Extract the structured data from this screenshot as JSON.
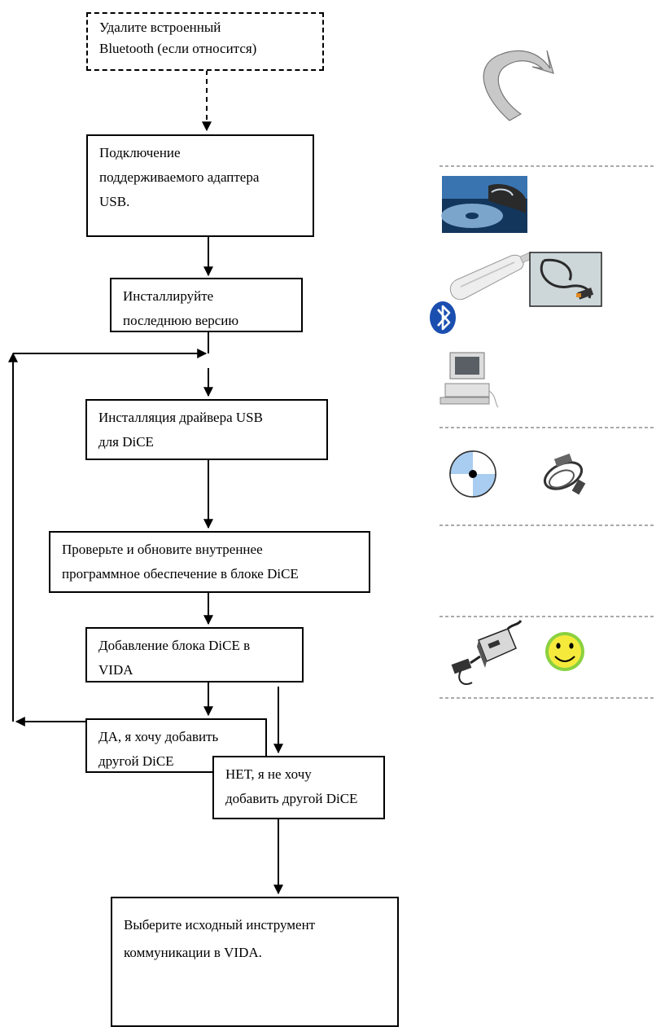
{
  "steps": {
    "remove_bluetooth": [
      "Удалите встроенный",
      "Bluetooth (если относится)"
    ],
    "connect_adapter": [
      "Подключение",
      "поддерживаемого адаптера",
      "USB."
    ],
    "install_latest": [
      "Инсталлируйте",
      "последнюю версию"
    ],
    "install_usb_driver": [
      "Инсталляция драйвера USB",
      "для DiCE"
    ],
    "update_firmware": [
      "Проверьте и обновите внутреннее",
      "программное обеспечение в блоке DiCE"
    ],
    "add_dice": [
      "Добавление блока DiCE в",
      "VIDA"
    ],
    "yes_another": [
      "ДА, я хочу добавить",
      "другой DiCE"
    ],
    "no_another": [
      "НЕТ, я не хочу",
      "добавить другой DiCE"
    ],
    "select_tool": [
      "Выберите исходный инструмент",
      "коммуникации в VIDA."
    ]
  },
  "icons": {
    "curved_arrow": "curved-arrow-icon",
    "install_disc_photo": "install-disc-photo",
    "usb_adapter": "usb-adapter-icon",
    "usb_cable": "usb-cable-photo",
    "bluetooth": "bluetooth-icon",
    "computer": "computer-icon",
    "cd": "cd-icon",
    "cable": "cable-icon",
    "dice_unit": "dice-unit-icon",
    "smiley": "smiley-icon"
  },
  "colors": {
    "line": "#000000",
    "separator": "#555555",
    "bluetooth_blue": "#1a4fb0",
    "cd_blue": "#a9cdf0",
    "smiley_yellow": "#f5ea3c",
    "smiley_face": "#8bd140"
  }
}
